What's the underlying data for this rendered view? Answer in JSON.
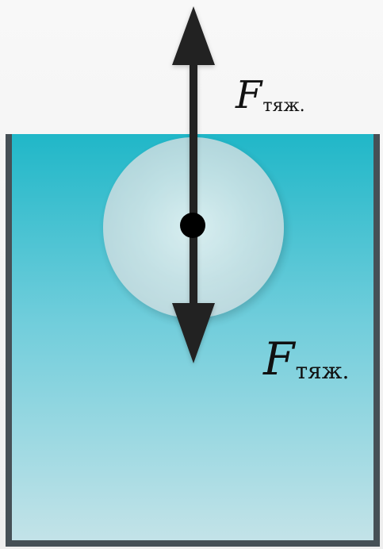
{
  "diagram": {
    "labels": {
      "top_force": {
        "main": "F",
        "sub": "тяж."
      },
      "bottom_force": {
        "main": "F",
        "sub": "тяж."
      }
    },
    "colors": {
      "background": "#efefef",
      "vessel_border": "#465056",
      "water_top": "#20b7c8",
      "water_bottom": "#bfe2e6",
      "sphere": "#dbe8ea",
      "arrow": "#222222",
      "center_point": "#000000"
    },
    "icons": {
      "up_arrow": "force-up-arrow-icon",
      "down_arrow": "force-down-arrow-icon",
      "center": "center-point-icon"
    }
  }
}
